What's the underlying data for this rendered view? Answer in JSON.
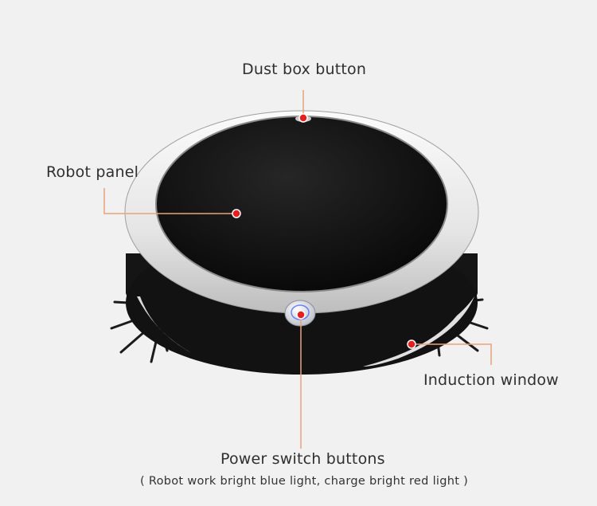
{
  "labels": {
    "dust_box": "Dust box button",
    "robot_panel": "Robot panel",
    "induction_window": "Induction window",
    "power_switch": "Power switch buttons",
    "power_switch_note": "( Robot work bright blue light, charge bright red light )"
  },
  "colors": {
    "background": "#f1f1f1",
    "callout_line": "#e8a37e",
    "marker": "#e61e1e",
    "top_panel": "#0d0d0d",
    "body_ring": "#e9e9e9",
    "base": "#151515",
    "power_indicator": "#4a6cff"
  }
}
